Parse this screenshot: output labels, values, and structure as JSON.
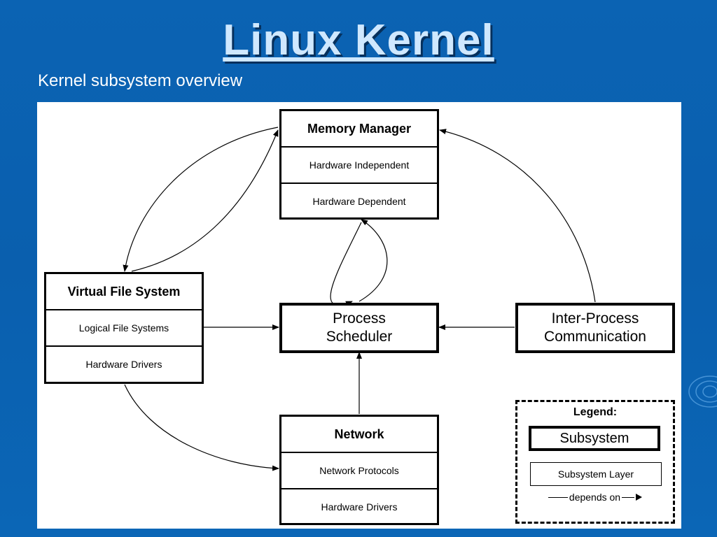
{
  "slide": {
    "title": "Linux Kernel",
    "subtitle": "Kernel subsystem overview"
  },
  "subsystems": {
    "memory_manager": {
      "name": "Memory Manager",
      "layers": [
        "Hardware Independent",
        "Hardware Dependent"
      ]
    },
    "virtual_file_system": {
      "name": "Virtual File System",
      "layers": [
        "Logical File Systems",
        "Hardware Drivers"
      ]
    },
    "network": {
      "name": "Network",
      "layers": [
        "Network Protocols",
        "Hardware Drivers"
      ]
    },
    "process_scheduler": {
      "line1": "Process",
      "line2": "Scheduler"
    },
    "ipc": {
      "line1": "Inter-Process",
      "line2": "Communication"
    }
  },
  "legend": {
    "title": "Legend:",
    "subsystem": "Subsystem",
    "subsystem_layer": "Subsystem Layer",
    "depends_on": "depends on"
  },
  "colors": {
    "background": "#0b63b3",
    "title": "#cfe8ff",
    "panel": "#ffffff",
    "lines": "#000000"
  }
}
